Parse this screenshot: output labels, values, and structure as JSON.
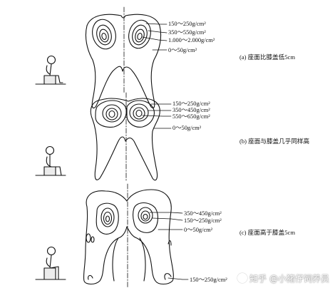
{
  "panels": [
    {
      "caption": "(a) 座面比膝盖低5cm",
      "labels": [
        "150～250g/cm²",
        "350～550g/cm²",
        "1.000～2.000g/cm²",
        "0～50g/cm²"
      ]
    },
    {
      "caption": "(b) 座面与膝盖几乎同样高",
      "labels": [
        "150～250g/cm²",
        "350～450g/cm²",
        "550～650g/cm²",
        "0～50g/cm²"
      ]
    },
    {
      "caption": "(c) 座面高于膝盖5cm",
      "labels": [
        "350～450g/cm²",
        "150～250g/cm²",
        "0～50g/cm²",
        "150～250g/cm²"
      ]
    }
  ],
  "watermark": {
    "text": "知乎 @小猪仔饲养员"
  }
}
